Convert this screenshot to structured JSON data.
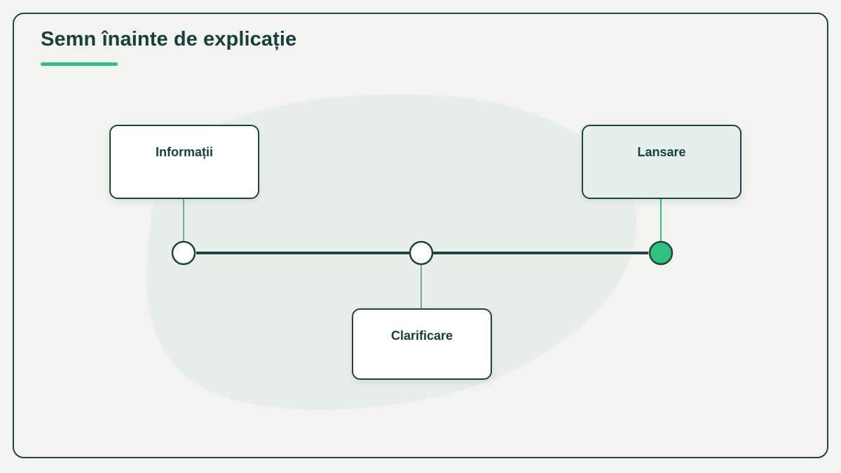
{
  "title": "Semn înainte de explicație",
  "colors": {
    "accent": "#2ec27e",
    "ink": "#1d453f",
    "blob": "#e8efeb",
    "connector": "#7fa596",
    "highlight_fill": "#e5efeb"
  },
  "nodes": [
    {
      "label": "Informații",
      "state": "open"
    },
    {
      "label": "Clarificare",
      "state": "open"
    },
    {
      "label": "Lansare",
      "state": "filled"
    }
  ]
}
